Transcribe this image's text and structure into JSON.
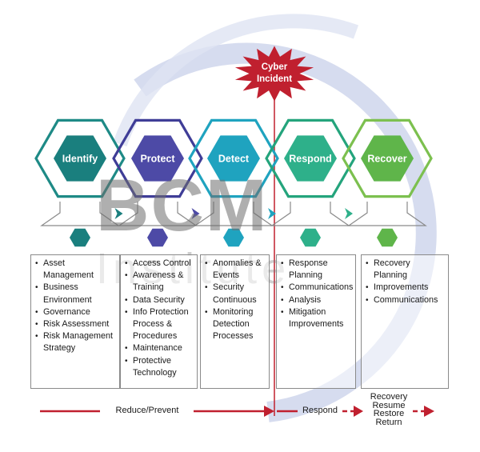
{
  "title_badge": {
    "line1": "Cyber",
    "line2": "Incident"
  },
  "watermark": {
    "line1": "BCM",
    "line2": "Institute"
  },
  "phases": [
    {
      "label": "Identify",
      "color": "#1a7f7e",
      "ring": "#1e8a86",
      "small": "#1a7f7e",
      "items": [
        "Asset Management",
        "Business Environment",
        "Governance",
        "Risk Assessment",
        "Risk Management Strategy"
      ]
    },
    {
      "label": "Protect",
      "color": "#4d4aa6",
      "ring": "#3f3d97",
      "small": "#4d4aa6",
      "items": [
        "Access Control",
        "Awareness & Training",
        "Data Security",
        "Info Protection Process & Procedures",
        "Maintenance",
        "Protective Technology"
      ]
    },
    {
      "label": "Detect",
      "color": "#1fa3bf",
      "ring": "#1fa3bf",
      "small": "#1fa3bf",
      "items": [
        "Anomalies & Events",
        "Security Continuous",
        "Monitoring Detection Processes"
      ]
    },
    {
      "label": "Respond",
      "color": "#2eb08a",
      "ring": "#24a47c",
      "small": "#2eb08a",
      "items": [
        "Response Planning",
        "Communications",
        "Analysis",
        "Mitigation Improvements"
      ]
    },
    {
      "label": "Recover",
      "color": "#5fb54a",
      "ring": "#7cc04f",
      "small": "#5fb54a",
      "items": [
        "Recovery Planning",
        "Improvements",
        "Communications"
      ]
    }
  ],
  "bottom": {
    "reduce": "Reduce/Prevent",
    "respond": "Respond",
    "recovery_lines": [
      "Recovery",
      "Resume",
      "Restore",
      "Return"
    ]
  },
  "colors": {
    "accent_red": "#c0202f",
    "connector": "#8a8a8a",
    "arc": "#c8d0ea"
  }
}
